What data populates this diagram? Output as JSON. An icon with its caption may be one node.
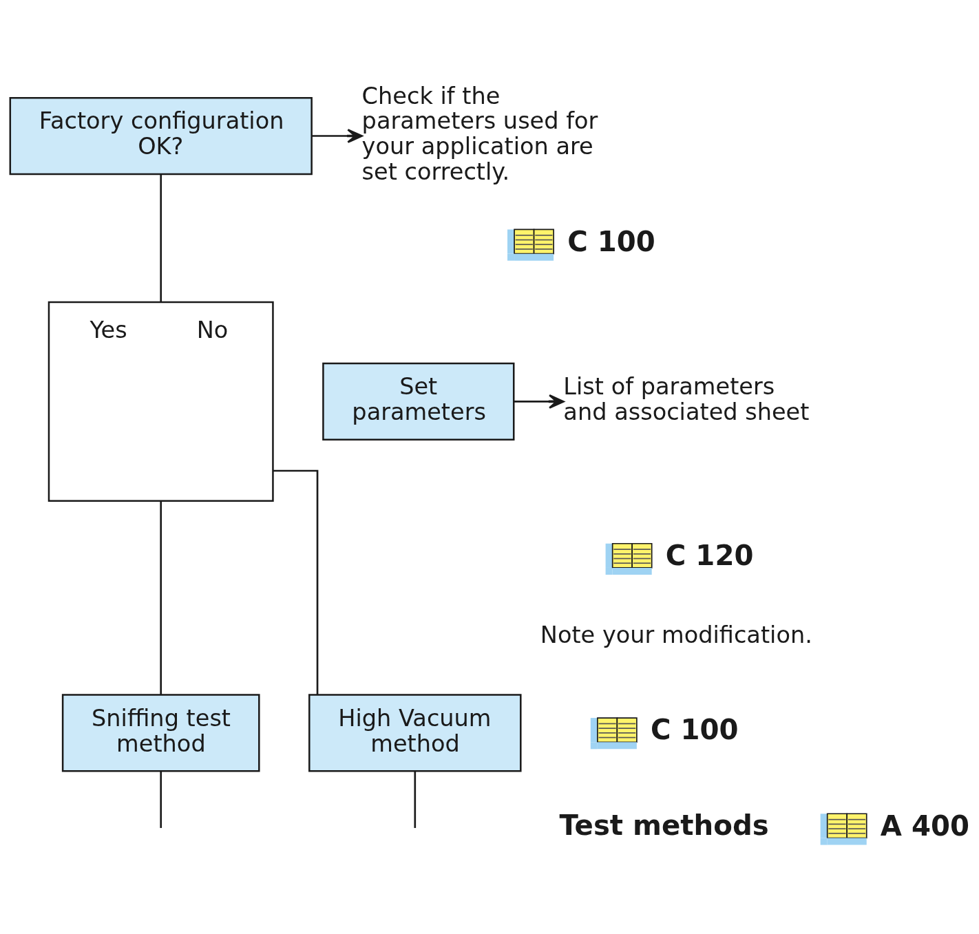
{
  "diagram": {
    "nodes": [
      {
        "text": [
          "Factory configuration OK?"
        ]
      },
      {
        "text": [
          "Check if the parameters used for your application are set correctly."
        ]
      },
      {
        "text": [],
        "shape": "picture",
        "beside": [
          "C 100"
        ]
      },
      {
        "text": [
          "Yes",
          "No"
        ]
      },
      {
        "text": [
          "Set parameters"
        ]
      },
      {
        "text": [
          "List of parameters and associated sheet"
        ]
      },
      {
        "text": [],
        "shape": "picture",
        "beside": [
          "C 120"
        ]
      },
      {
        "text": [],
        "shape": "picture",
        "beside": [
          "C 100"
        ]
      },
      {
        "text": [
          "Sniffing test method"
        ]
      },
      {
        "text": [
          "High Vacuum method"
        ]
      },
      {
        "text": [],
        "shape": "picture",
        "beside": [
          "A 400"
        ]
      }
    ],
    "edges": [
      {
        "from": 0,
        "to": 1,
        "arrow": "to"
      },
      {
        "from": 0,
        "to": 3,
        "arrow": "none"
      },
      {
        "from": 4,
        "to": 5,
        "arrow": "to"
      },
      {
        "from": 3,
        "to": 8,
        "arrow": "none"
      },
      {
        "from": 3,
        "to": 9,
        "arrow": "none"
      },
      {
        "from": 8,
        "to": null,
        "arrow": "none"
      },
      {
        "from": 9,
        "to": null,
        "arrow": "none"
      }
    ],
    "labels": [
      "Note your modification.",
      "Test methods"
    ]
  }
}
